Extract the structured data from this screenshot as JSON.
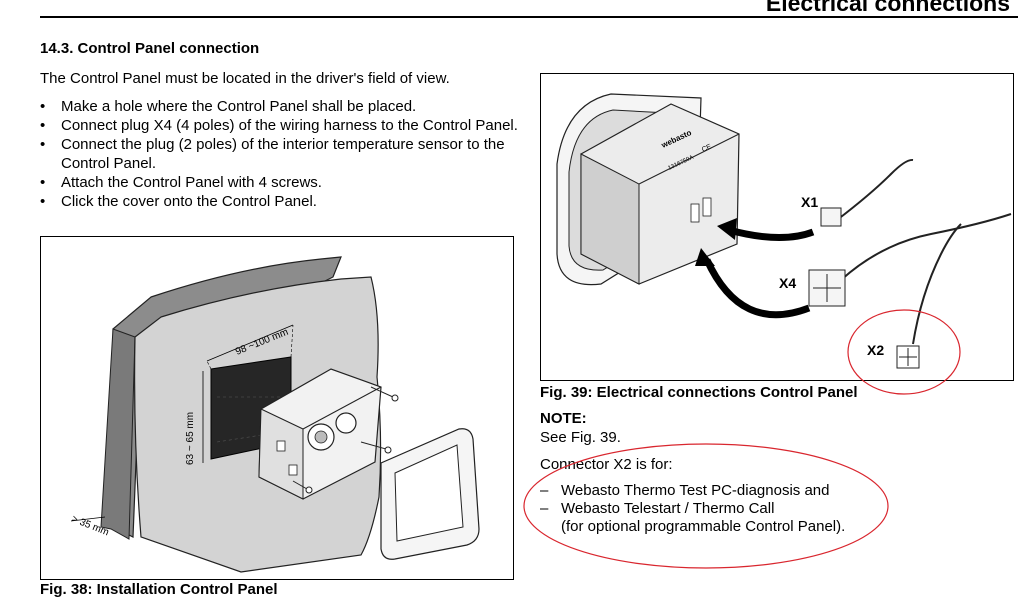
{
  "header": {
    "title": "Electrical connections"
  },
  "section": {
    "title": "14.3.  Control Panel connection"
  },
  "intro": "The Control Panel must be located in the driver's field of view.",
  "bullet_symbol": "•",
  "steps": [
    "Make a hole where the Control Panel shall be placed.",
    "Connect plug X4 (4 poles) of the wiring harness to the Control Panel.",
    "Connect the plug (2 poles) of the interior temperature sensor to the Control Panel.",
    "Attach the Control Panel with 4 screws.",
    "Click the cover onto the Control Panel."
  ],
  "fig38": {
    "caption": "Fig. 38:  Installation Control Panel",
    "dim_width": "98 ~100 mm",
    "dim_height": "63 ~ 65 mm",
    "dim_depth": "> 35 mm"
  },
  "fig39": {
    "caption": "Fig. 39:  Electrical connections Control Panel",
    "labels": {
      "x1": "X1",
      "x4": "X4",
      "x2": "X2"
    },
    "brand": "webasto",
    "part_number": "1316759A",
    "ce_mark": "CE",
    "highlight_color": "#d9262e"
  },
  "note": {
    "title": "NOTE:",
    "text": "See Fig. 39.",
    "connector_intro": "Connector X2 is for:",
    "dash": "–",
    "items": [
      "Webasto Thermo Test PC-diagnosis and",
      "Webasto Telestart / Thermo Call"
    ],
    "continuation": "(for optional programmable Control Panel)."
  }
}
